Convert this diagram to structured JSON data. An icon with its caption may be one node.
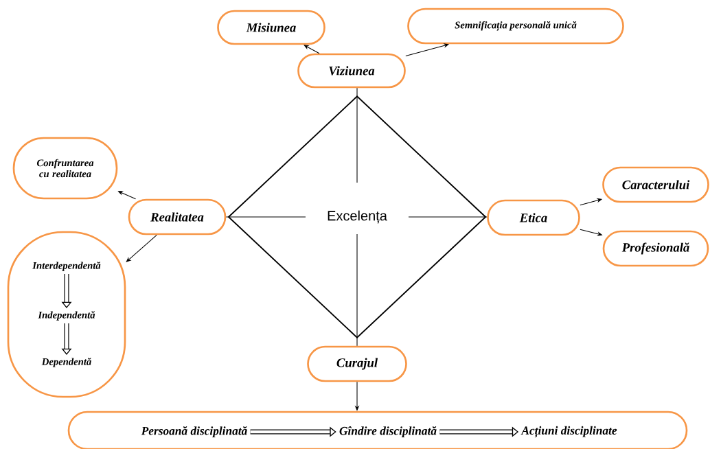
{
  "diagram": {
    "nodes": [
      {
        "text": [
          "Misiunea"
        ]
      },
      {
        "text": [
          "Semnificația personală unică"
        ]
      },
      {
        "text": [
          "Viziunea"
        ]
      },
      {
        "text": [
          "Confruntarea cu realitatea"
        ]
      },
      {
        "text": [
          "Realitatea"
        ]
      },
      {
        "text": [
          "Excelența"
        ]
      },
      {
        "text": [
          "Etica"
        ]
      },
      {
        "text": [
          "Caracterului"
        ]
      },
      {
        "text": [
          "Profesională"
        ]
      },
      {
        "text": [],
        "shape": "box"
      },
      {
        "text": [
          "Interdependentă"
        ],
        "in": 9
      },
      {
        "text": [
          "Independentă"
        ],
        "in": 9
      },
      {
        "text": [
          "Dependentă"
        ],
        "in": 9
      },
      {
        "text": [
          "Curajul"
        ]
      },
      {
        "text": [],
        "shape": "box"
      },
      {
        "text": [
          "Persoană disciplinată"
        ],
        "in": 14
      },
      {
        "text": [
          "Gîndire disciplinată"
        ],
        "in": 14
      },
      {
        "text": [
          "Acțiuni disciplinate"
        ],
        "in": 14
      }
    ],
    "edges": [
      {
        "from": 2,
        "to": 0,
        "arrow": "to"
      },
      {
        "from": 2,
        "to": 1,
        "arrow": "to"
      },
      {
        "from": 5,
        "to": 2,
        "arrow": "none"
      },
      {
        "from": 5,
        "to": 4,
        "arrow": "none"
      },
      {
        "from": 5,
        "to": 6,
        "arrow": "none"
      },
      {
        "from": 5,
        "to": 13,
        "arrow": "none"
      },
      {
        "from": 4,
        "to": 3,
        "arrow": "to"
      },
      {
        "from": 4,
        "to": 9,
        "arrow": "to"
      },
      {
        "from": 6,
        "to": 7,
        "arrow": "to"
      },
      {
        "from": 6,
        "to": 8,
        "arrow": "to"
      },
      {
        "from": 10,
        "to": 11,
        "arrow": "to",
        "style": "thick"
      },
      {
        "from": 11,
        "to": 12,
        "arrow": "to",
        "style": "thick"
      },
      {
        "from": 13,
        "to": 14,
        "arrow": "to"
      },
      {
        "from": 15,
        "to": 16,
        "arrow": "to",
        "style": "thick"
      },
      {
        "from": 16,
        "to": 17,
        "arrow": "to",
        "style": "thick"
      }
    ]
  }
}
